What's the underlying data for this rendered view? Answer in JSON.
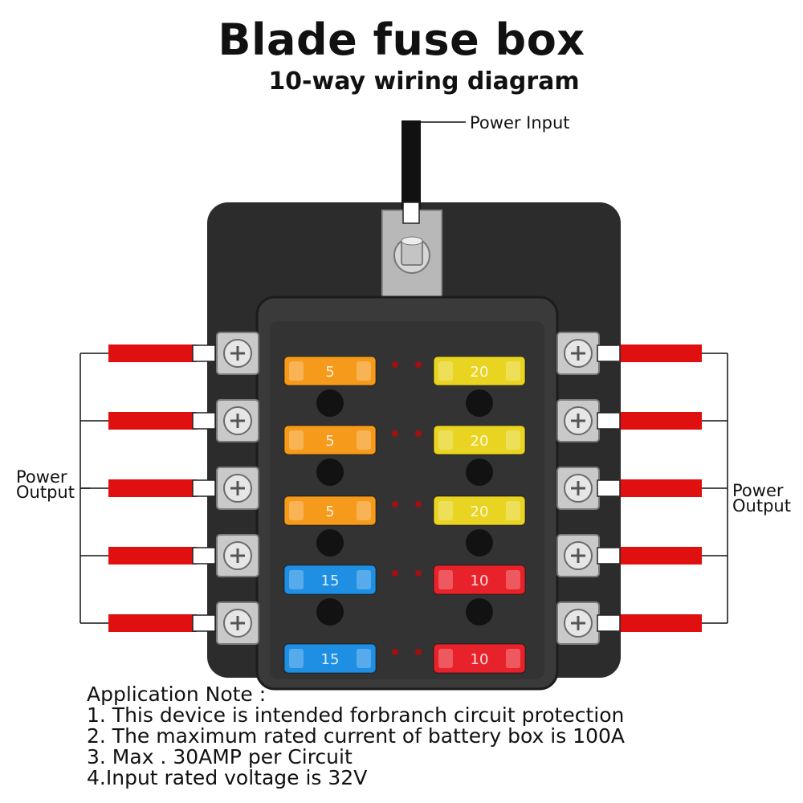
{
  "header": {
    "title": "Blade fuse box",
    "subtitle": "10-way wiring diagram"
  },
  "labels": {
    "power_input": "Power Input",
    "power_output_left": [
      "Power",
      "Output"
    ],
    "power_output_right": [
      "Power",
      "Output"
    ]
  },
  "fuses": {
    "left": [
      {
        "rating": "5",
        "color": "#f59a1b"
      },
      {
        "rating": "5",
        "color": "#f59a1b"
      },
      {
        "rating": "5",
        "color": "#f59a1b"
      },
      {
        "rating": "15",
        "color": "#1f8fe3"
      },
      {
        "rating": "15",
        "color": "#1f8fe3"
      }
    ],
    "right": [
      {
        "rating": "20",
        "color": "#e8d421"
      },
      {
        "rating": "20",
        "color": "#e8d421"
      },
      {
        "rating": "20",
        "color": "#e8d421"
      },
      {
        "rating": "10",
        "color": "#e8222a"
      },
      {
        "rating": "10",
        "color": "#e8222a"
      }
    ]
  },
  "colors": {
    "wire_insulation": "#e01010",
    "housing": "#2c2c2c",
    "inner_panel": "#3a3a3a",
    "led": "#a01010"
  },
  "note": {
    "heading": "Application Note :",
    "lines": [
      "1. This device is intended forbranch circuit protection",
      "2. The maximum rated current of battery box is 100A",
      "3. Max . 30AMP per Circuit",
      "4.Input rated voltage is 32V"
    ]
  }
}
